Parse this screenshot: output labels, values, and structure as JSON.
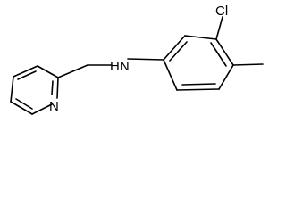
{
  "molecule": {
    "atoms": {
      "cl": "Cl",
      "n_pyridine": "N",
      "nh": "HN"
    }
  }
}
